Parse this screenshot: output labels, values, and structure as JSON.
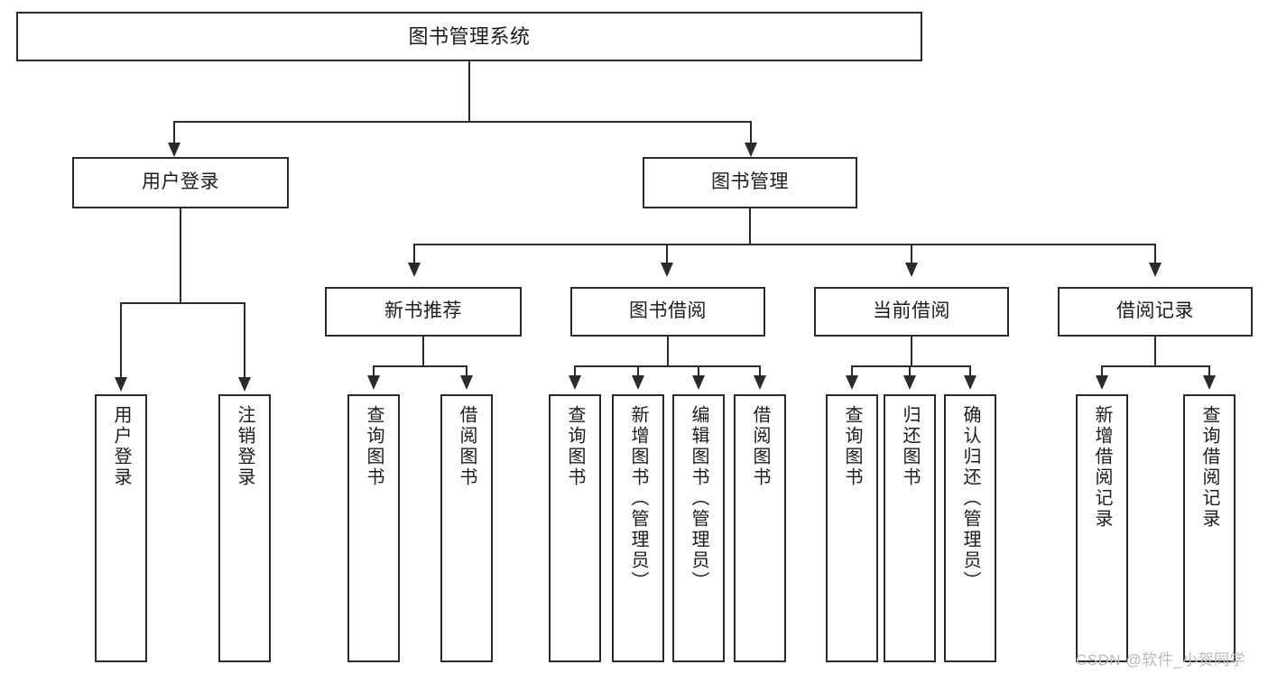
{
  "diagram": {
    "title": "图书管理系统",
    "root": {
      "label": "图书管理系统"
    },
    "level2": [
      {
        "label": "用户登录"
      },
      {
        "label": "图书管理"
      }
    ],
    "level3": [
      {
        "label": "新书推荐"
      },
      {
        "label": "图书借阅"
      },
      {
        "label": "当前借阅"
      },
      {
        "label": "借阅记录"
      }
    ],
    "leaves": {
      "user_login": [
        {
          "label": "用户登录"
        },
        {
          "label": "注销登录"
        }
      ],
      "new_book_recommend": [
        {
          "label": "查询图书"
        },
        {
          "label": "借阅图书"
        }
      ],
      "book_borrow": [
        {
          "label": "查询图书"
        },
        {
          "label": "新增图书（管理员）"
        },
        {
          "label": "编辑图书（管理员）"
        },
        {
          "label": "借阅图书"
        }
      ],
      "current_borrow": [
        {
          "label": "查询图书"
        },
        {
          "label": "归还图书"
        },
        {
          "label": "确认归还（管理员）"
        }
      ],
      "borrow_record": [
        {
          "label": "新增借阅记录"
        },
        {
          "label": "查询借阅记录"
        }
      ]
    }
  },
  "watermark": {
    "text": "CSDN @软件_小贺同学"
  },
  "colors": {
    "stroke": "#2b2b2b",
    "background": "#ffffff",
    "text": "#1c1c1c",
    "watermark": "#b9b9b9"
  }
}
